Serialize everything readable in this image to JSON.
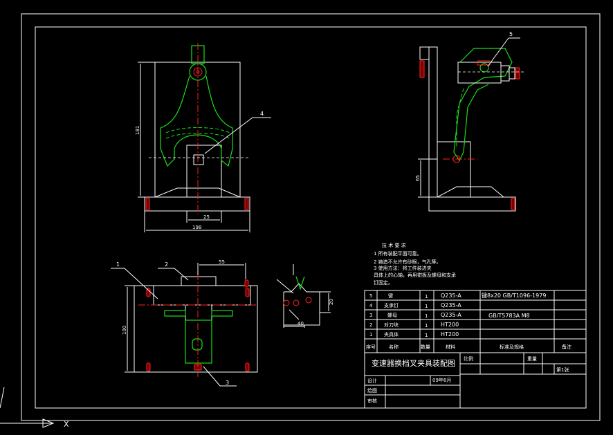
{
  "drawing": {
    "title": "变速器换档叉夹具装配图",
    "tech_req": {
      "heading": "技 术 要 求",
      "lines": [
        "1  所有装配平面可靠。",
        "2  铸造不允许有砂眼，气孔等。",
        "3  使用方法：将工件装进夹",
        "具体上的心轴，再用钳板及螺母和支承",
        "钉固定。"
      ]
    },
    "callouts": [
      "1",
      "2",
      "3",
      "4",
      "5"
    ],
    "dims": {
      "front_h": "181",
      "front_w": "198",
      "front_inner": "25",
      "top_h": "100",
      "top_w": "55",
      "side_h": "65",
      "detail_w": "40",
      "detail_h": "20"
    },
    "bom": {
      "rows": [
        {
          "no": "5",
          "name": "键",
          "qty": "1",
          "mat": "Q235-A",
          "std": "键8x20 GB/T1096-1979",
          "note": ""
        },
        {
          "no": "4",
          "name": "支承钉",
          "qty": "1",
          "mat": "Q235-A",
          "std": "",
          "note": ""
        },
        {
          "no": "3",
          "name": "螺母",
          "qty": "1",
          "mat": "Q235-A",
          "std": "GB/T5783A M8",
          "note": ""
        },
        {
          "no": "2",
          "name": "对刀块",
          "qty": "1",
          "mat": "HT200",
          "std": "",
          "note": ""
        },
        {
          "no": "1",
          "name": "夹具体",
          "qty": "1",
          "mat": "HT200",
          "std": "",
          "note": ""
        }
      ],
      "header": {
        "no": "序号",
        "name": "名称",
        "qty": "数量",
        "mat": "材料",
        "std": "标准及规格",
        "note": "备注"
      }
    },
    "title_block": {
      "scale_label": "比例",
      "weight_label": "重量",
      "sheet_label": "第1张",
      "design_label": "设计",
      "date": "09年6月",
      "draw_label": "绘图",
      "check_label": "审核"
    },
    "ucs": {
      "x_label": "X"
    },
    "colors": {
      "bg": "#000000",
      "line": "#ffffff",
      "part": "#18e018",
      "center": "#ff2020"
    }
  }
}
